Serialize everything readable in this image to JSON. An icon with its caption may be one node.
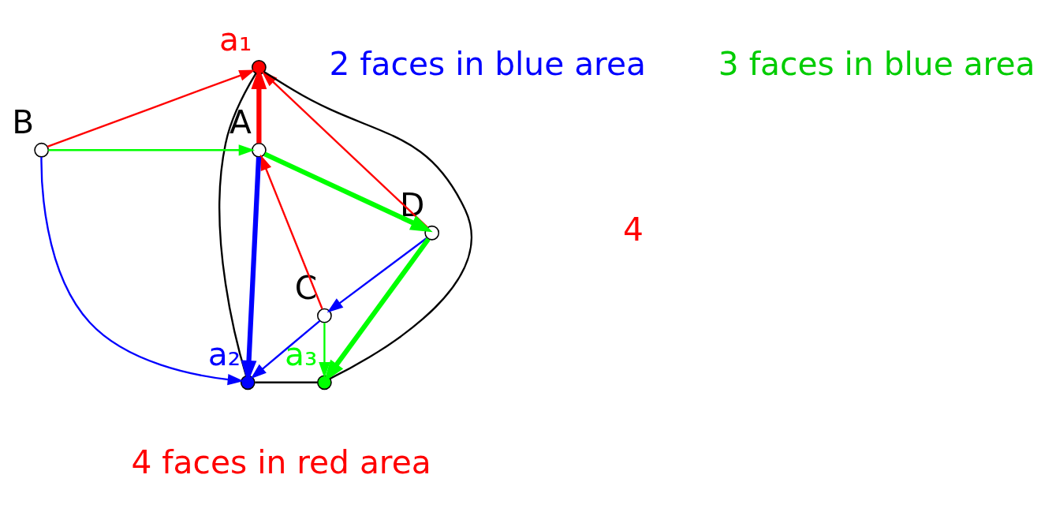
{
  "diagram": {
    "nodes": [
      {
        "text": [],
        "shape": "circle",
        "beside": [
          "a₁"
        ]
      },
      {
        "text": [],
        "shape": "circle",
        "beside": [
          "B"
        ]
      },
      {
        "text": [],
        "shape": "circle",
        "beside": [
          "A"
        ]
      },
      {
        "text": [],
        "shape": "circle",
        "beside": [
          "D"
        ]
      },
      {
        "text": [],
        "shape": "circle",
        "beside": [
          "C"
        ]
      },
      {
        "text": [],
        "shape": "circle",
        "beside": [
          "a₃"
        ]
      },
      {
        "text": [],
        "shape": "circle",
        "beside": [
          "a₂"
        ]
      }
    ],
    "edges": [
      {
        "from": 0,
        "to": 6,
        "arrow": "none",
        "color": "#000000"
      },
      {
        "from": 6,
        "to": 5,
        "arrow": "none",
        "color": "#000000"
      },
      {
        "from": 5,
        "to": 0,
        "arrow": "none",
        "color": "#000000"
      },
      {
        "from": 3,
        "to": 0,
        "arrow": "to",
        "color": "#ff0000"
      },
      {
        "from": 2,
        "to": 0,
        "arrow": "to",
        "style": "thick",
        "color": "#ff0000"
      },
      {
        "from": 1,
        "to": 0,
        "arrow": "to",
        "color": "#ff0000"
      },
      {
        "from": 1,
        "to": 2,
        "arrow": "to",
        "color": "#00ff00"
      },
      {
        "from": 2,
        "to": 3,
        "arrow": "to",
        "style": "thick",
        "color": "#00ff00"
      },
      {
        "from": 2,
        "to": 6,
        "arrow": "to",
        "style": "thick",
        "color": "#0000ff"
      },
      {
        "from": 1,
        "to": 6,
        "arrow": "to",
        "color": "#0000ff"
      },
      {
        "from": 3,
        "to": 4,
        "arrow": "to",
        "color": "#0000ff"
      },
      {
        "from": 4,
        "to": 2,
        "arrow": "to",
        "color": "#ff0000"
      },
      {
        "from": 3,
        "to": 5,
        "arrow": "to",
        "style": "thick",
        "color": "#00ff00"
      },
      {
        "from": 4,
        "to": 5,
        "arrow": "to",
        "color": "#00ff00"
      },
      {
        "from": 4,
        "to": 6,
        "arrow": "to",
        "color": "#0000ff"
      }
    ],
    "labels": [
      "2 faces in blue area",
      "3 faces in blue area",
      "4",
      "4 faces in red area"
    ]
  }
}
